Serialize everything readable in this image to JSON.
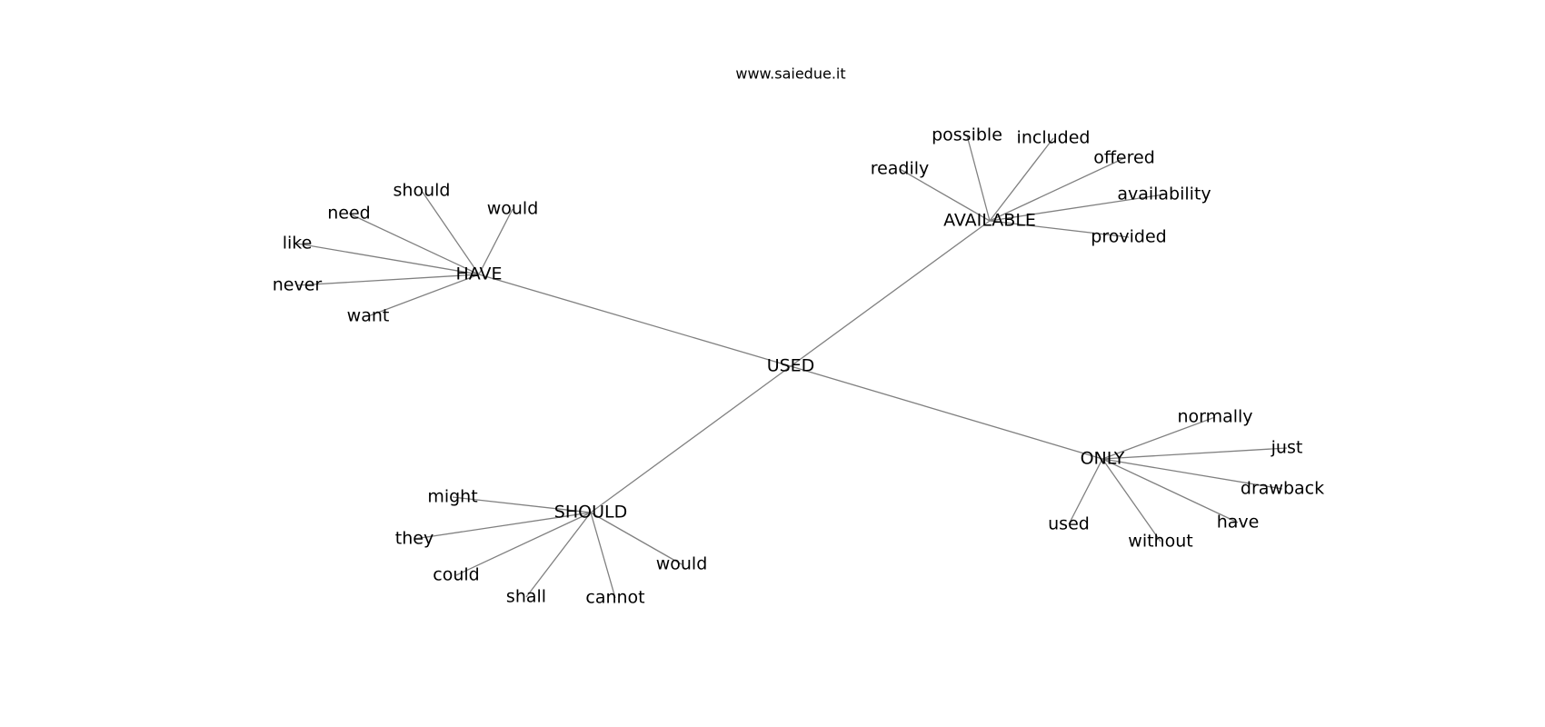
{
  "header": {
    "site": "www.saiedue.it"
  },
  "graph": {
    "center": "USED",
    "hubs": [
      {
        "label": "HAVE",
        "leaves": [
          "should",
          "would",
          "need",
          "like",
          "never",
          "want"
        ]
      },
      {
        "label": "AVAILABLE",
        "leaves": [
          "possible",
          "included",
          "readily",
          "offered",
          "availability",
          "provided"
        ]
      },
      {
        "label": "SHOULD",
        "leaves": [
          "might",
          "they",
          "could",
          "shall",
          "cannot",
          "would"
        ]
      },
      {
        "label": "ONLY",
        "leaves": [
          "normally",
          "just",
          "drawback",
          "have",
          "used",
          "without"
        ]
      }
    ],
    "colors": {
      "edge": "#808080",
      "text": "#000000",
      "background": "#ffffff"
    }
  }
}
